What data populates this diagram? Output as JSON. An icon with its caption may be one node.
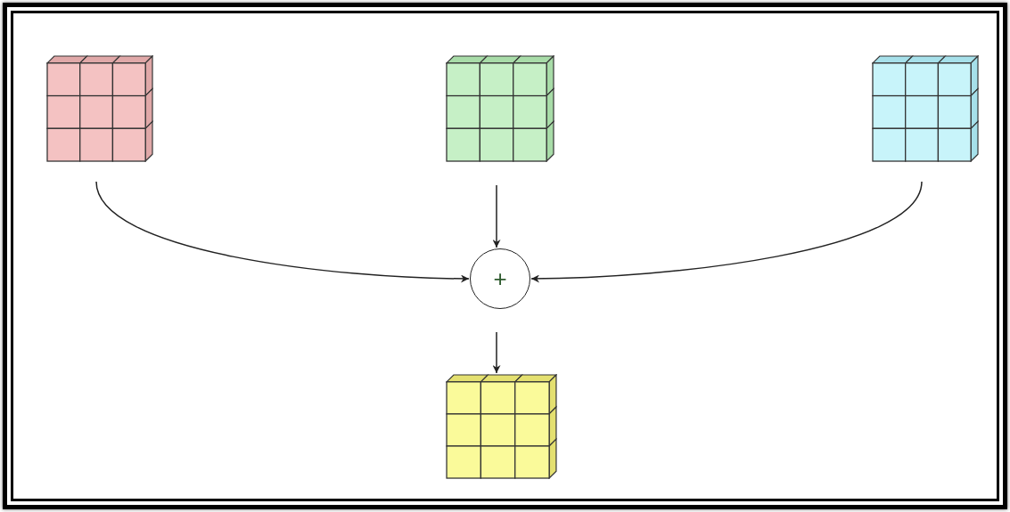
{
  "diagram": {
    "nodes": [
      {
        "text": [],
        "shape": "box"
      },
      {
        "text": [],
        "shape": "box"
      },
      {
        "text": [],
        "shape": "box"
      },
      {
        "text": [
          "+"
        ]
      },
      {
        "text": [],
        "shape": "box"
      }
    ],
    "edges": [
      {
        "from": 0,
        "to": 3,
        "arrow": "to"
      },
      {
        "from": 1,
        "to": 3,
        "arrow": "to"
      },
      {
        "from": 2,
        "to": 3,
        "arrow": "to"
      },
      {
        "from": 3,
        "to": 4,
        "arrow": "to"
      }
    ]
  }
}
